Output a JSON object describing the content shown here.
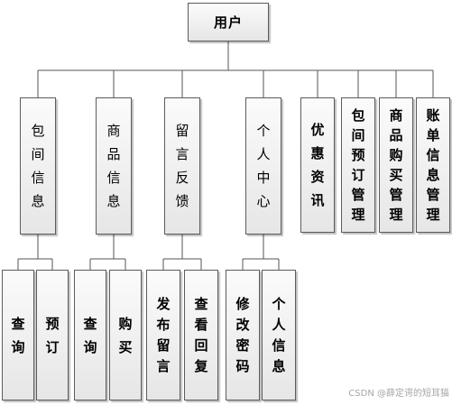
{
  "root": {
    "label": "用户"
  },
  "modules": [
    {
      "label": "包间信息",
      "children": [
        {
          "label": "查询"
        },
        {
          "label": "预订"
        }
      ]
    },
    {
      "label": "商品信息",
      "children": [
        {
          "label": "查询"
        },
        {
          "label": "购买"
        }
      ]
    },
    {
      "label": "留言反馈",
      "children": [
        {
          "label": "发布留言"
        },
        {
          "label": "查看回复"
        }
      ]
    },
    {
      "label": "个人中心",
      "children": [
        {
          "label": "修改密码"
        },
        {
          "label": "个人信息"
        }
      ]
    },
    {
      "label": "优惠资讯"
    },
    {
      "label": "包间预订管理"
    },
    {
      "label": "商品购买管理"
    },
    {
      "label": "账单信息管理"
    }
  ],
  "watermark": "CSDN @薛定谔的短耳猫",
  "colors": {
    "line": "#555555",
    "box_border": "#5c5c5c",
    "box_fill_top": "#fbfbfb",
    "box_fill_bottom": "#e6e6e6",
    "text": "#000000",
    "watermark": "#a6a6a6"
  }
}
